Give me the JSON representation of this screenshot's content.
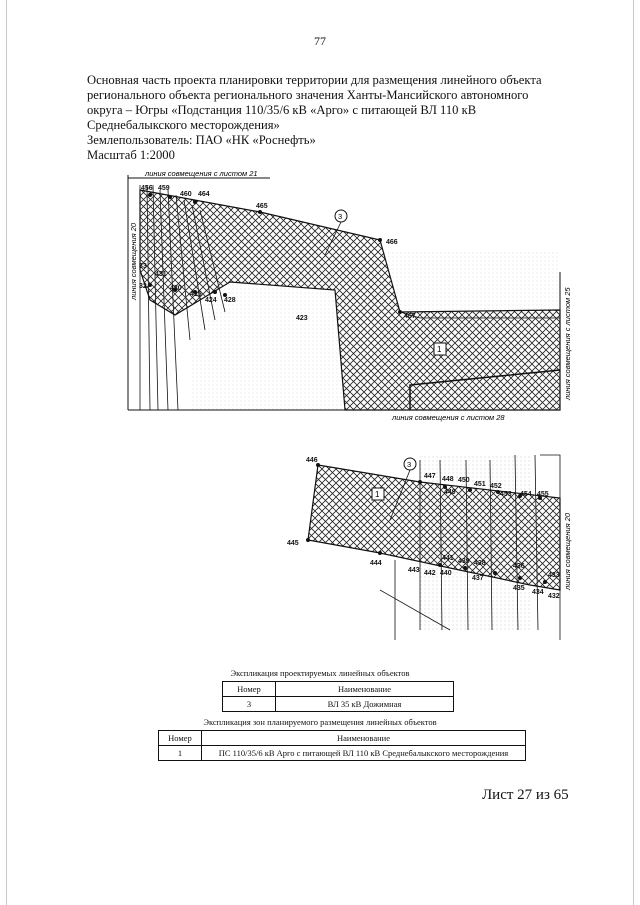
{
  "page_number": "77",
  "header": {
    "lines": [
      "Основная часть проекта планировки территории для размещения линейного объекта",
      "регионального объекта регионального значения Ханты-Мансийского автономного",
      "округа – Югры «Подстанция 110/35/6 кВ «Арго» с питающей ВЛ 110 кВ",
      "Среднебалыкского месторождения»",
      "Землепользователь: ПАО «НК «Роснефть»",
      "Масштаб 1:2000"
    ]
  },
  "map_top": {
    "match_line_top": "линия совмещения с листом  21",
    "match_line_left": "линия совмещения 20",
    "match_line_right": "линия совмещения с листом  25",
    "match_line_bottom": "линия совмещения с листом  28",
    "points": [
      "456",
      "459",
      "460",
      "464",
      "465",
      "466",
      "467",
      "423",
      "425",
      "424",
      "428",
      "430",
      "431",
      "32",
      "33"
    ],
    "object_marker": "3",
    "zone_marker": "1"
  },
  "map_bottom": {
    "match_line_right": "линия совмещения 20",
    "points": [
      "446",
      "445",
      "444",
      "443",
      "442",
      "440",
      "441",
      "439",
      "438",
      "437",
      "447",
      "448",
      "450",
      "449",
      "451",
      "452",
      "453",
      "454",
      "455",
      "436",
      "435",
      "434",
      "433",
      "432"
    ],
    "object_marker": "3",
    "zone_marker": "1"
  },
  "table_linear": {
    "title": "Экспликация проектируемых линейных объектов",
    "headers": [
      "Номер",
      "Наименование"
    ],
    "rows": [
      [
        "3",
        "ВЛ 35 кВ Дожимная"
      ]
    ]
  },
  "table_zones": {
    "title": "Экспликация зон планируемого размещения линейных объектов",
    "headers": [
      "Номер",
      "Наименование"
    ],
    "rows": [
      [
        "1",
        "ПС 110/35/6 кВ Арго с питающей ВЛ 110 кВ Среднебалыкского месторождения"
      ]
    ]
  },
  "footer": {
    "sheet": "Лист 27 из 65"
  }
}
